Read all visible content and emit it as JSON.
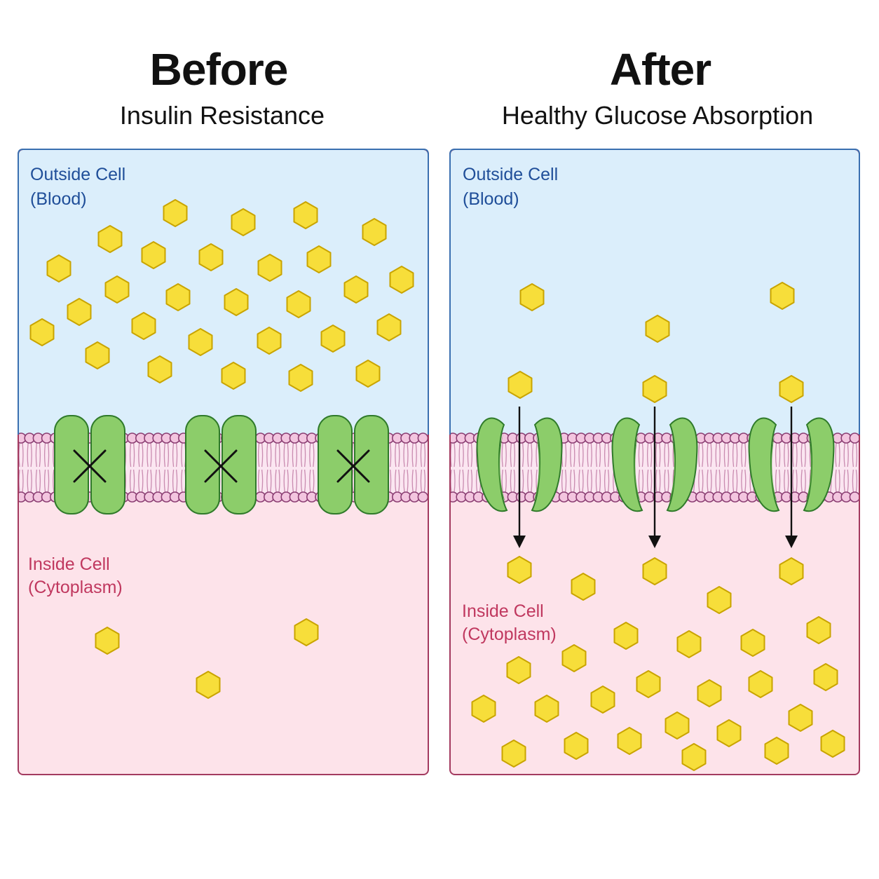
{
  "colors": {
    "outside": "#dbeefb",
    "inside": "#fde3ea",
    "panel_border": "#a33a5f",
    "outside_border": "#3a6fb0",
    "outside_text": "#1f4e99",
    "inside_text": "#c0385f",
    "membrane_head": "#f3c5df",
    "membrane_head_stroke": "#8a3d72",
    "membrane_tail": "#c98bb0",
    "channel": "#8ccd6a",
    "channel_dark": "#4f9a3b",
    "channel_stroke": "#2f7a2a",
    "glucose": "#f7de3a",
    "glucose_stroke": "#c9a400"
  },
  "panels": [
    {
      "title": "Before",
      "subtitle": "Insulin Resistance",
      "outside_label": [
        "Outside Cell",
        "(Blood)"
      ],
      "inside_label": [
        "Inside Cell",
        "(Cytoplasm)"
      ],
      "channel_state": "blocked-x"
    },
    {
      "title": "After",
      "subtitle": "Healthy Glucose Absorption",
      "outside_label": [
        "Outside Cell",
        "(Blood)"
      ],
      "inside_label": [
        "Inside Cell",
        "(Cytoplasm)"
      ],
      "channel_state": "open-arrow"
    }
  ]
}
